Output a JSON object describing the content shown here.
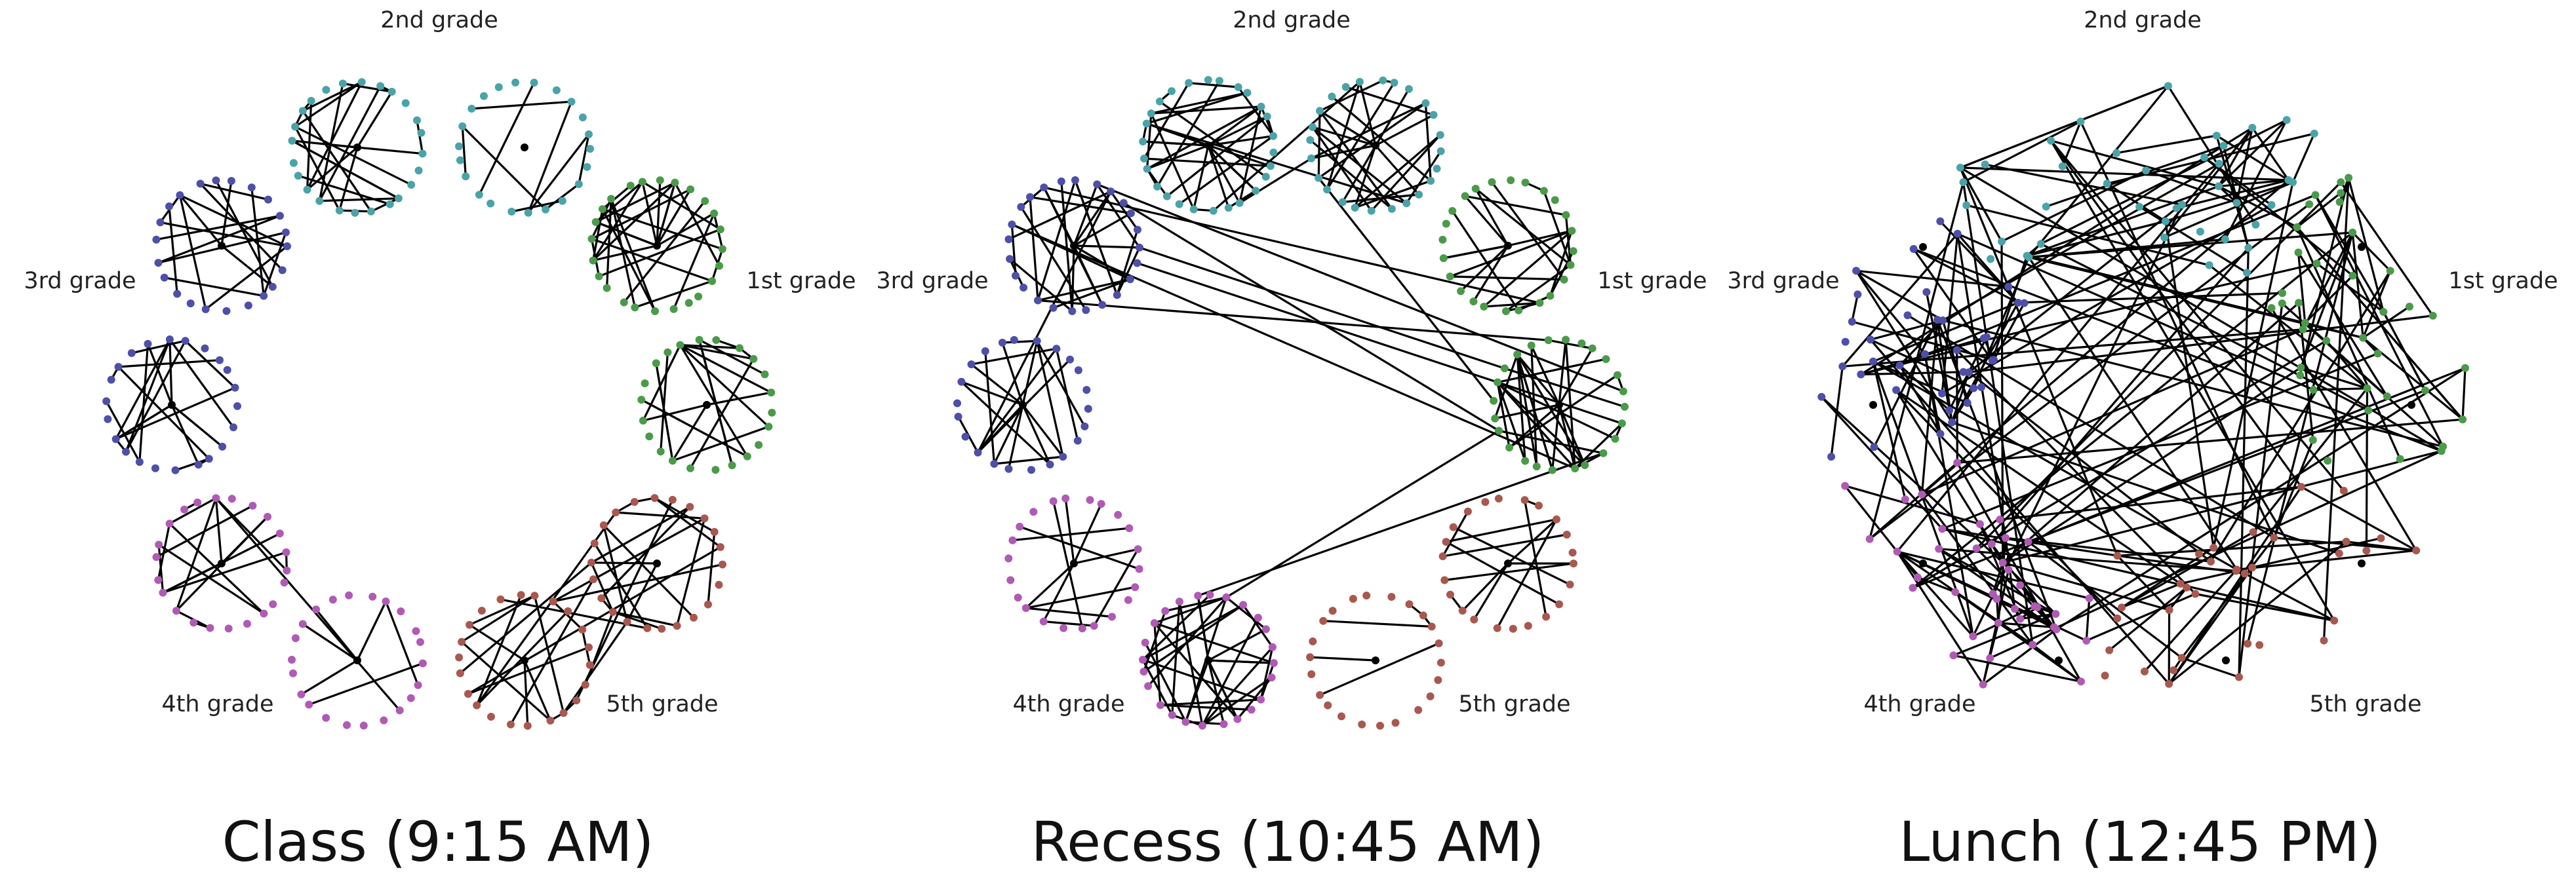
{
  "figure": {
    "grade_colors": {
      "1st": "#4a9a4a",
      "2nd": "#4aa3a8",
      "3rd": "#4d4fa8",
      "4th": "#b05ab5",
      "5th": "#a8584e"
    },
    "panels": [
      {
        "title": "Class (9:15 AM)",
        "labels": {
          "top": "2nd grade",
          "left": "3rd grade",
          "right": "1st grade",
          "bottom_left": "4th grade",
          "bottom_right": "5th grade"
        },
        "layout": "clustered"
      },
      {
        "title": "Recess (10:45 AM)",
        "labels": {
          "top": "2nd grade",
          "left": "3rd grade",
          "right": "1st grade",
          "bottom_left": "4th grade",
          "bottom_right": "5th grade"
        },
        "layout": "clustered"
      },
      {
        "title": "Lunch (12:45 PM)",
        "labels": {
          "top": "2nd grade",
          "left": "3rd grade",
          "right": "1st grade",
          "bottom_left": "4th grade",
          "bottom_right": "5th grade"
        },
        "layout": "mixed"
      }
    ]
  }
}
